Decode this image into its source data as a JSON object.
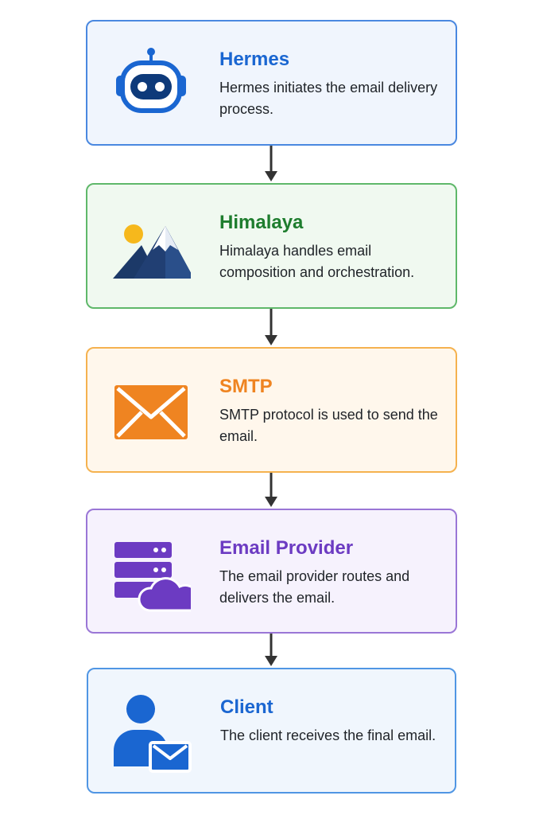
{
  "steps": [
    {
      "id": "hermes",
      "title": "Hermes",
      "description": "Hermes initiates the email delivery process.",
      "icon": "robot-icon",
      "accent": "#1a66d1",
      "background": "#f0f5fd",
      "border": "#4a88e0"
    },
    {
      "id": "himalaya",
      "title": "Himalaya",
      "description": "Himalaya handles email composition and orchestration.",
      "icon": "mountain-icon",
      "accent": "#1e7d2e",
      "background": "#f0f9f0",
      "border": "#5fb86a"
    },
    {
      "id": "smtp",
      "title": "SMTP",
      "description": "SMTP protocol is used to send the email.",
      "icon": "envelope-icon",
      "accent": "#ef8421",
      "background": "#fff7ec",
      "border": "#f5b24f"
    },
    {
      "id": "email-provider",
      "title": "Email Provider",
      "description": "The email provider routes and delivers the email.",
      "icon": "server-cloud-icon",
      "accent": "#6c3bc2",
      "background": "#f6f2fd",
      "border": "#9a76d6"
    },
    {
      "id": "client",
      "title": "Client",
      "description": "The client receives the final email.",
      "icon": "user-mail-icon",
      "accent": "#1a66d1",
      "background": "#f0f6fd",
      "border": "#5096e4"
    }
  ],
  "connector_color": "#333333"
}
